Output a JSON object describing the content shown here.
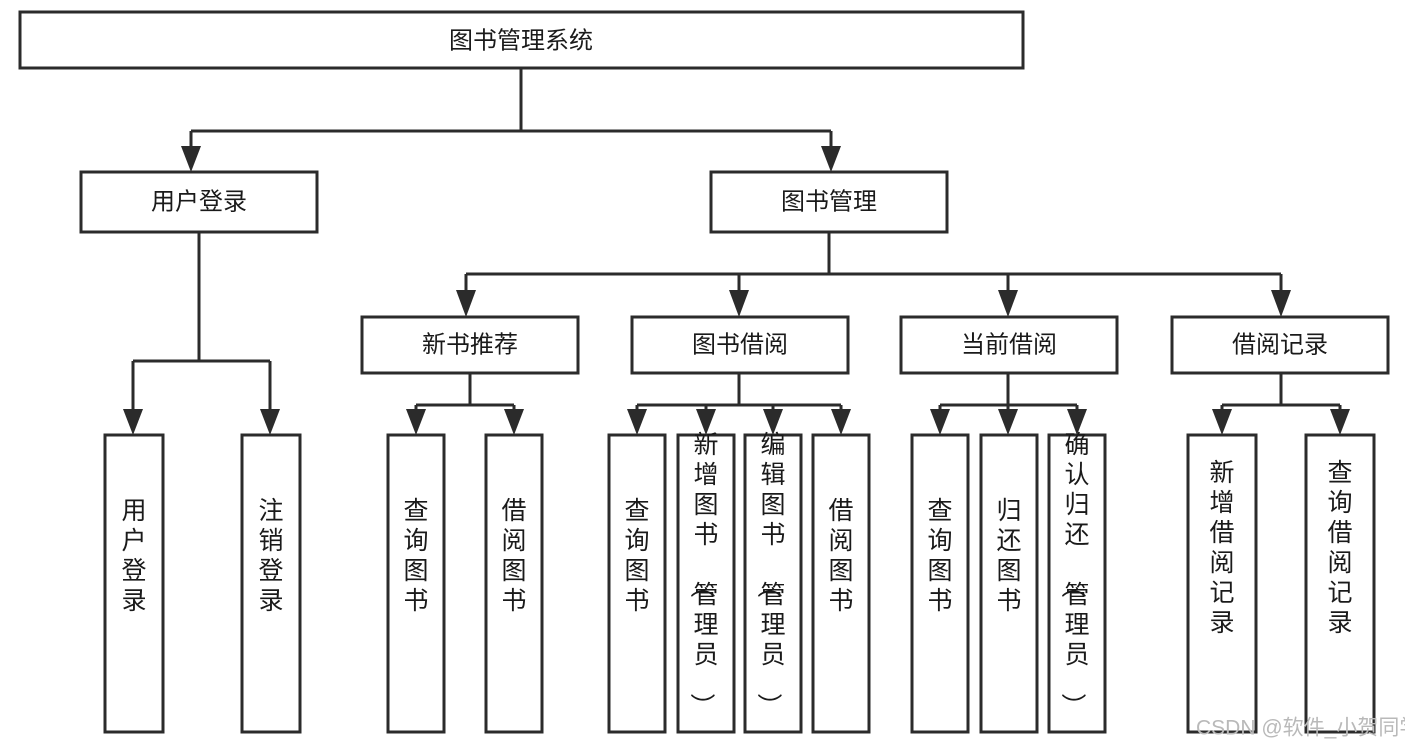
{
  "diagram": {
    "type": "tree-hierarchy",
    "title": "图书管理系统",
    "watermark": "CSDN @软件_小贺同学",
    "colors": {
      "stroke": "#2b2b2b",
      "fill": "#ffffff",
      "text": "#1a1a1a",
      "watermark": "#b9b9b9",
      "background": "#ffffff"
    },
    "root": {
      "label": "图书管理系统"
    },
    "level2": [
      {
        "label": "用户登录"
      },
      {
        "label": "图书管理"
      }
    ],
    "level3": [
      {
        "label": "新书推荐"
      },
      {
        "label": "图书借阅"
      },
      {
        "label": "当前借阅"
      },
      {
        "label": "借阅记录"
      }
    ],
    "leaves": {
      "user_login": [
        {
          "label": "用户登录"
        },
        {
          "label": "注销登录"
        }
      ],
      "new_book_recommend": [
        {
          "label": "查询图书"
        },
        {
          "label": "借阅图书"
        }
      ],
      "book_borrow": [
        {
          "label": "查询图书"
        },
        {
          "label": "新增图书（管理员）"
        },
        {
          "label": "编辑图书（管理员）"
        },
        {
          "label": "借阅图书"
        }
      ],
      "current_borrow": [
        {
          "label": "查询图书"
        },
        {
          "label": "归还图书"
        },
        {
          "label": "确认归还（管理员）"
        }
      ],
      "borrow_record": [
        {
          "label": "新增借阅记录"
        },
        {
          "label": "查询借阅记录"
        }
      ]
    },
    "edges": [
      {
        "from": "图书管理系统",
        "to": "用户登录"
      },
      {
        "from": "图书管理系统",
        "to": "图书管理"
      },
      {
        "from": "图书管理",
        "to": "新书推荐"
      },
      {
        "from": "图书管理",
        "to": "图书借阅"
      },
      {
        "from": "图书管理",
        "to": "当前借阅"
      },
      {
        "from": "图书管理",
        "to": "借阅记录"
      },
      {
        "from": "用户登录",
        "to": "用户登录"
      },
      {
        "from": "用户登录",
        "to": "注销登录"
      },
      {
        "from": "新书推荐",
        "to": "查询图书"
      },
      {
        "from": "新书推荐",
        "to": "借阅图书"
      },
      {
        "from": "图书借阅",
        "to": "查询图书"
      },
      {
        "from": "图书借阅",
        "to": "新增图书（管理员）"
      },
      {
        "from": "图书借阅",
        "to": "编辑图书（管理员）"
      },
      {
        "from": "图书借阅",
        "to": "借阅图书"
      },
      {
        "from": "当前借阅",
        "to": "查询图书"
      },
      {
        "from": "当前借阅",
        "to": "归还图书"
      },
      {
        "from": "当前借阅",
        "to": "确认归还（管理员）"
      },
      {
        "from": "借阅记录",
        "to": "新增借阅记录"
      },
      {
        "from": "借阅记录",
        "to": "查询借阅记录"
      }
    ]
  }
}
